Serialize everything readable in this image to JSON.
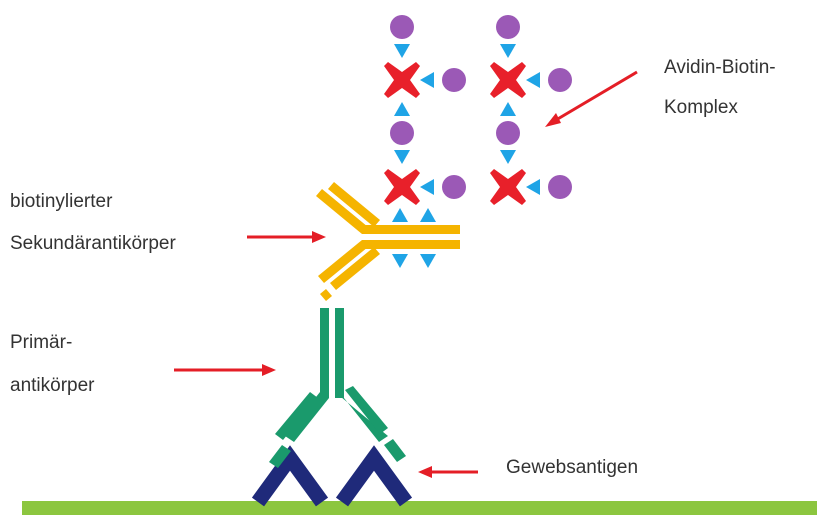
{
  "labels": {
    "avidin_line1": "Avidin-Biotin-",
    "avidin_line2": "Komplex",
    "secondary_line1": "biotinylierter",
    "secondary_line2": "Sekundärantikörper",
    "primary_line1": "Primär-",
    "primary_line2": "antikörper",
    "antigen": "Gewebsantigen"
  },
  "colors": {
    "background": "#ffffff",
    "text": "#333333",
    "arrow": "#e41e26",
    "avidin": "#e8202a",
    "biotin": "#9b59b6",
    "biotin_connector": "#1fa4e6",
    "secondary_antibody": "#f5b400",
    "primary_antibody": "#1a9a6c",
    "antigen": "#1f2a7a",
    "tissue": "#8cc63f"
  }
}
